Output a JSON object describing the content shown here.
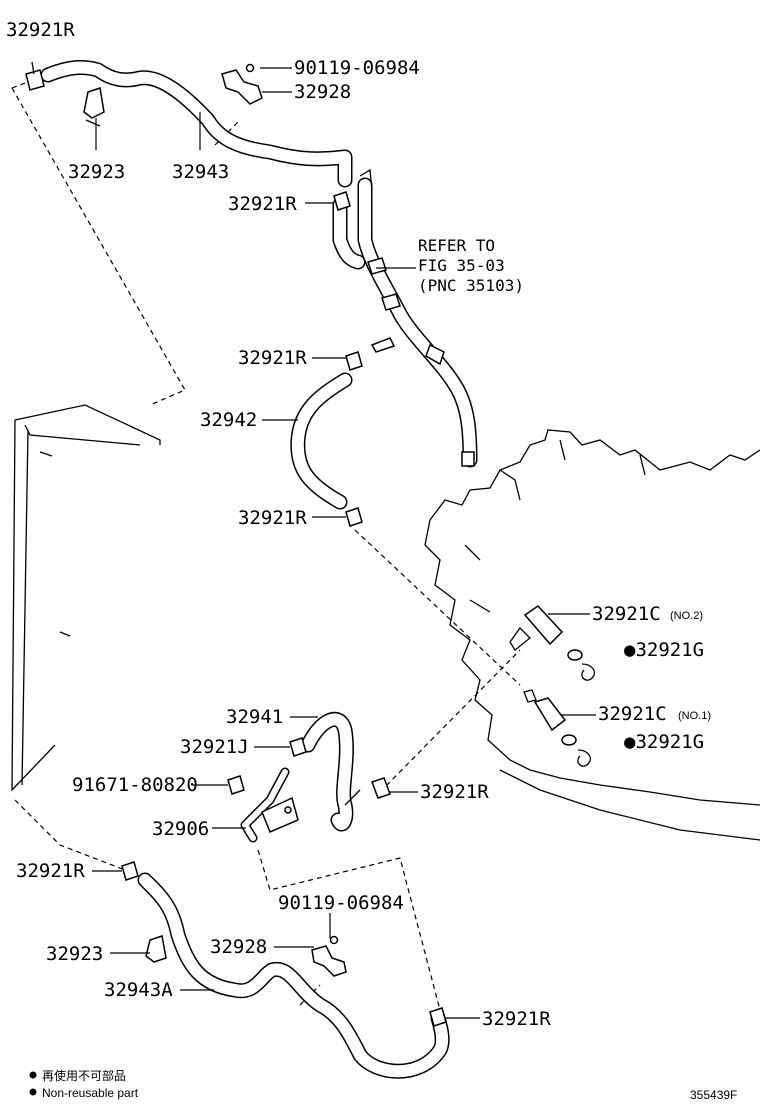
{
  "callouts": {
    "c1": "32921R",
    "c2": "90119-06984",
    "c3": "32928",
    "c4": "32923",
    "c5": "32943",
    "c6": "32921R",
    "c7": "REFER TO",
    "c8": "FIG 35-03",
    "c9": "(PNC 35103)",
    "c10": "32921R",
    "c11": "32942",
    "c12": "32921R",
    "c13": "32921C",
    "c13n": "(NO.2)",
    "c14": "●32921G",
    "c15": "32921C",
    "c15n": "(NO.1)",
    "c16": "●32921G",
    "c17": "32941",
    "c18": "32921J",
    "c19": "91671-80820",
    "c20": "32921R",
    "c21": "32906",
    "c22": "32921R",
    "c23": "90119-06984",
    "c24": "32923",
    "c25": "32928",
    "c26": "32943A",
    "c27": "32921R"
  },
  "legend": {
    "line1": "再使用不可部品",
    "line2": "Non-reusable part"
  },
  "figure_id": "355439F"
}
